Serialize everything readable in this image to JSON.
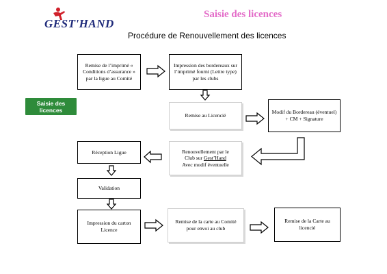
{
  "brand": {
    "name": "GEST'HAND"
  },
  "page": {
    "title": "Saisie des licences",
    "subtitle": "Procédure de Renouvellement des licences"
  },
  "sidebar": {
    "button_label": "Saisie des licences"
  },
  "steps": {
    "remise_imprime": "Remise de l’imprimé « Conditions d’assurance » par la ligue au Comité",
    "impression_bordereaux": "Impression des bordereaux sur l’imprimé fourni (Lettre type) par les clubs",
    "remise_licencie": "Remise au Licencié",
    "modif_bordereau": "Modif du Bordereau (éventuel) + CM + Signature",
    "renouvellement_line1": "Renouvellement par le",
    "renouvellement_club_sur": "Club sur",
    "renouvellement_gesthand": "Gest’Hand",
    "renouvellement_line3": "Avec modif éventuelle",
    "reception_ligue": "Réception Ligue",
    "validation": "Validation",
    "impression_carton": "Impression du carton Licence",
    "remise_carte_comite": "Remise de la carte au Comité pour envoi au club",
    "remise_carte_licencie": "Remise de la Carte au licencié"
  },
  "colors": {
    "title_pink": "#e36bc8",
    "brand_navy": "#1e2a7a",
    "brand_red": "#d0202a",
    "button_green": "#2e8b3a"
  }
}
